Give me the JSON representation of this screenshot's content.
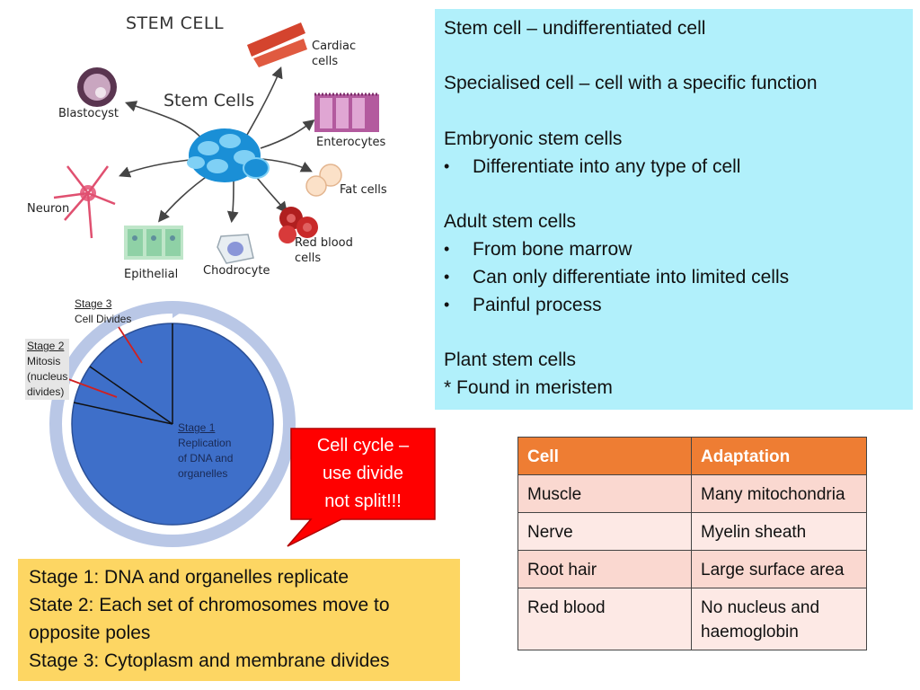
{
  "diagram": {
    "title": "STEM CELL",
    "center_label": "Stem Cells",
    "labels": {
      "cardiac": [
        "Cardiac",
        "cells"
      ],
      "blastocyst": "Blastocyst",
      "enterocytes": "Enterocytes",
      "fat": "Fat cells",
      "neuron": "Neuron",
      "red_blood": [
        "Red blood",
        "cells"
      ],
      "epithelial": "Epithelial",
      "chodrocyte": "Chodrocyte"
    }
  },
  "cycle": {
    "stage3": [
      "Stage 3",
      "Cell Divides"
    ],
    "stage2": [
      "Stage 2",
      "Mitosis",
      "(nucleus",
      "divides)"
    ],
    "stage1": [
      "Stage 1",
      "Replication",
      "of DNA and",
      "organelles"
    ],
    "colors": {
      "pie": "#3e6fc9",
      "ring": "#b9c7e6"
    }
  },
  "callout": {
    "lines": [
      "Cell cycle –",
      "use divide",
      "not split!!!"
    ],
    "color": "#ff0000"
  },
  "stages_box": {
    "lines": [
      "Stage 1: DNA and organelles replicate",
      "State 2: Each set of chromosomes move to",
      "opposite poles",
      "Stage 3: Cytoplasm and membrane divides"
    ]
  },
  "definitions": {
    "stem": "Stem cell – undifferentiated cell",
    "specialised": "Specialised cell – cell with a specific function",
    "embryonic_heading": "Embryonic stem cells",
    "embryonic_points": [
      "Differentiate into any type of cell"
    ],
    "adult_heading": "Adult stem cells",
    "adult_points": [
      "From bone marrow",
      "Can only differentiate into limited cells",
      "Painful process"
    ],
    "plant_heading": "Plant stem cells",
    "plant_note": "* Found in meristem"
  },
  "table": {
    "headers": [
      "Cell",
      "Adaptation"
    ],
    "rows": [
      [
        "Muscle",
        "Many mitochondria"
      ],
      [
        "Nerve",
        "Myelin sheath"
      ],
      [
        "Root hair",
        "Large surface area"
      ],
      [
        "Red blood",
        "No nucleus and haemoglobin"
      ]
    ],
    "colors": {
      "header": "#ee7d33",
      "row_dark": "#fad8d0",
      "row_light": "#fde9e5"
    }
  }
}
